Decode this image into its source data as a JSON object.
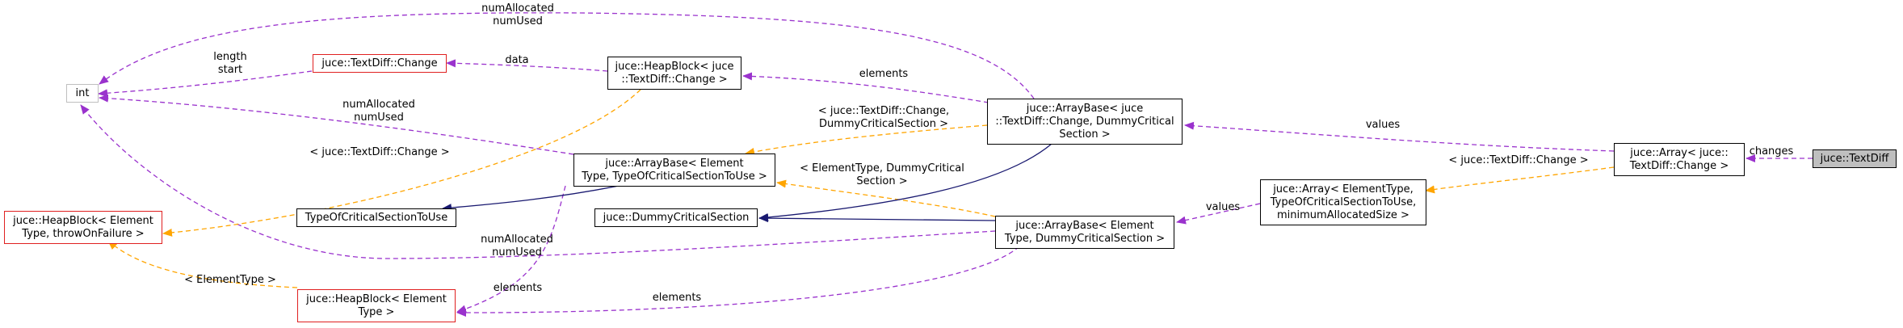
{
  "nodes": {
    "int": "int",
    "textdiff_change": "juce::TextDiff::Change",
    "heapblock_change": "juce::HeapBlock< juce\n::TextDiff::Change >",
    "arraybase_change": "juce::ArrayBase< juce\n::TextDiff::Change, DummyCritical\nSection >",
    "array_change": "juce::Array< juce::\nTextDiff::Change >",
    "textdiff": "juce::TextDiff",
    "heapblock_tmpl": "juce::HeapBlock< Element\nType, throwOnFailure >",
    "arraybase_tmpl": "juce::ArrayBase< Element\nType, TypeOfCriticalSectionToUse >",
    "type_of_cs": "TypeOfCriticalSectionToUse",
    "dummy_cs": "juce::DummyCriticalSection",
    "arraybase_dummy": "juce::ArrayBase< Element\nType, DummyCriticalSection >",
    "array_tmpl": "juce::Array< ElementType,\nTypeOfCriticalSectionToUse,\nminimumAllocatedSize >",
    "heapblock_elem": "juce::HeapBlock< Element\nType >"
  },
  "edge_labels": {
    "numalloc_top": "numAllocated\nnumUsed",
    "length_start": "length\nstart",
    "data": "data",
    "elements_top": "elements",
    "numalloc_mid": "numAllocated\nnumUsed",
    "tmpl_change_dummy": "< juce::TextDiff::Change,\nDummyCriticalSection >",
    "values_top": "values",
    "changes": "changes",
    "tmpl_change_left": "< juce::TextDiff::Change >",
    "tmpl_change_right": "< juce::TextDiff::Change >",
    "tmpl_elem_dummy": "< ElementType, DummyCritical\nSection >",
    "values_mid": "values",
    "numalloc_bottom": "numAllocated\nnumUsed",
    "elements_mid": "elements",
    "tmpl_elem": "< ElementType >",
    "elements_bottom": "elements"
  },
  "colors": {
    "usage_edge": "#9a32cd",
    "template_edge": "#ffa500",
    "inherit_edge": "#191970",
    "class_border": "#000000",
    "undocumented_border": "#e02020",
    "builtin_border": "#bfbfbf",
    "focus_fill": "#bfbfbf"
  }
}
